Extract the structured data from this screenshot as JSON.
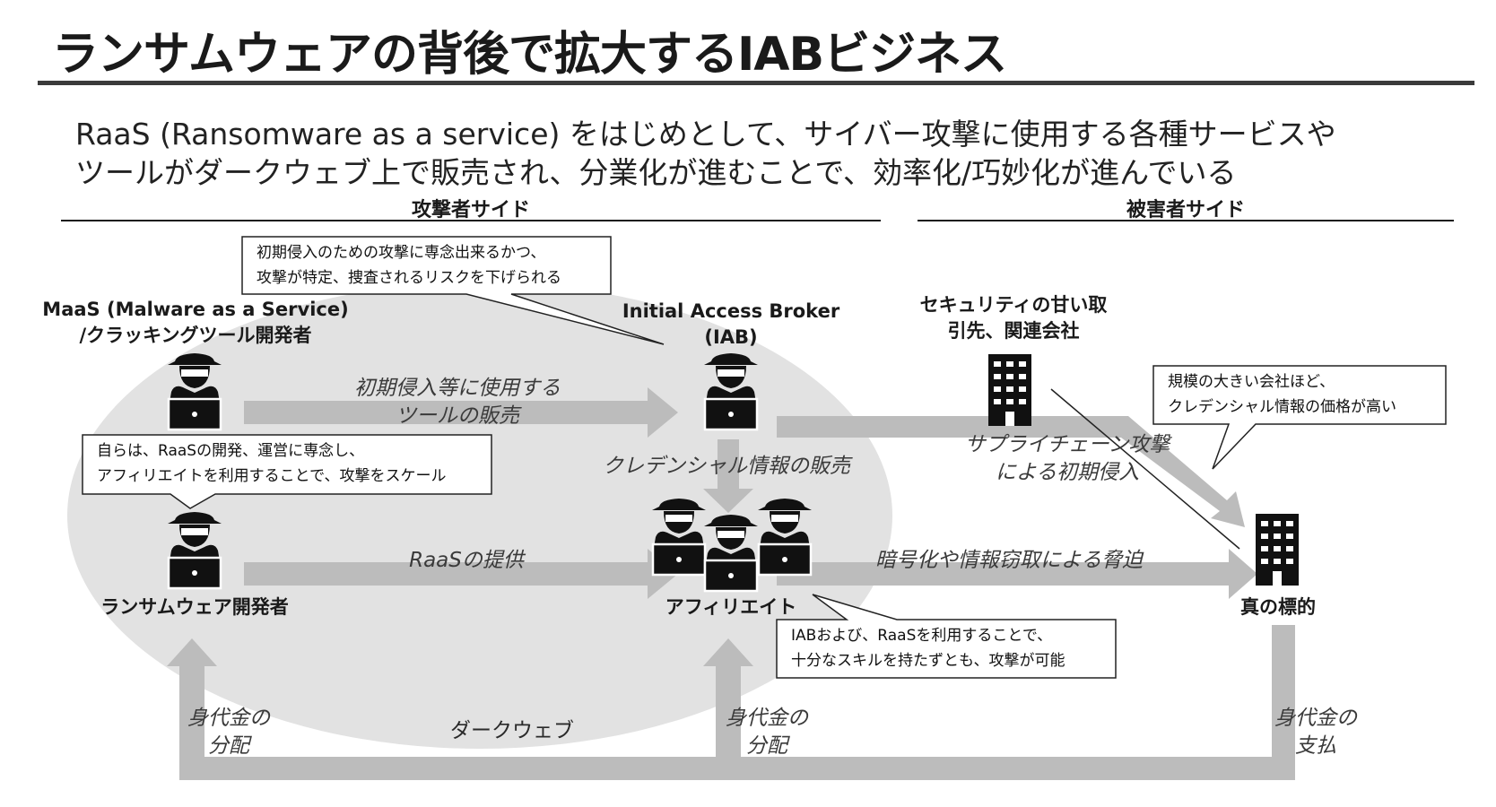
{
  "title": "ランサムウェアの背後で拡大するIABビジネス",
  "subtitle_lines": [
    "RaaS (Ransomware as a service) をはじめとして、サイバー攻撃に使用する各種サービスや",
    "ツールがダークウェブ上で販売され、分業化が進むことで、効率化/巧妙化が進んでいる"
  ],
  "sections": {
    "attacker": "攻撃者サイド",
    "victim": "被害者サイド"
  },
  "nodes": {
    "maas": [
      "MaaS (Malware as a Service)",
      "/クラッキングツール開発者"
    ],
    "iab": [
      "Initial Access Broker",
      "(IAB)"
    ],
    "supplier": [
      "セキュリティの甘い取",
      "引先、関連会社"
    ],
    "ransom_dev": "ランサムウェア開発者",
    "affiliate": "アフィリエイト",
    "target": "真の標的"
  },
  "flows": {
    "tool_sale": [
      "初期侵入等に使用する",
      "ツールの販売"
    ],
    "credential_sale": "クレデンシャル情報の販売",
    "supply_chain": [
      "サプライチェーン攻撃",
      "による初期侵入"
    ],
    "raas": "RaaSの提供",
    "extortion": "暗号化や情報窃取による脅迫",
    "dist_left": [
      "身代金の",
      "分配"
    ],
    "dist_mid": [
      "身代金の",
      "分配"
    ],
    "payment": [
      "身代金の",
      "支払"
    ]
  },
  "darkweb": "ダークウェブ",
  "callouts": {
    "iab_note": [
      "初期侵入のための攻撃に専念出来るかつ、",
      "攻撃が特定、捜査されるリスクを下げられる"
    ],
    "raas_note": [
      "自らは、RaaSの開発、運営に専念し、",
      "アフィリエイトを利用することで、攻撃をスケール"
    ],
    "target_note": [
      "規模の大きい会社ほど、",
      "クレデンシャル情報の価格が高い"
    ],
    "affiliate_note": [
      "IABおよび、RaaSを利用することで、",
      "十分なスキルを持たずとも、攻撃が可能"
    ]
  },
  "icons": {
    "hacker": "hacker-with-laptop-icon",
    "building": "office-building-icon"
  },
  "colors": {
    "ellipse": "#e2e2e2",
    "arrow": "#bcbcbc",
    "ink": "#111111"
  }
}
